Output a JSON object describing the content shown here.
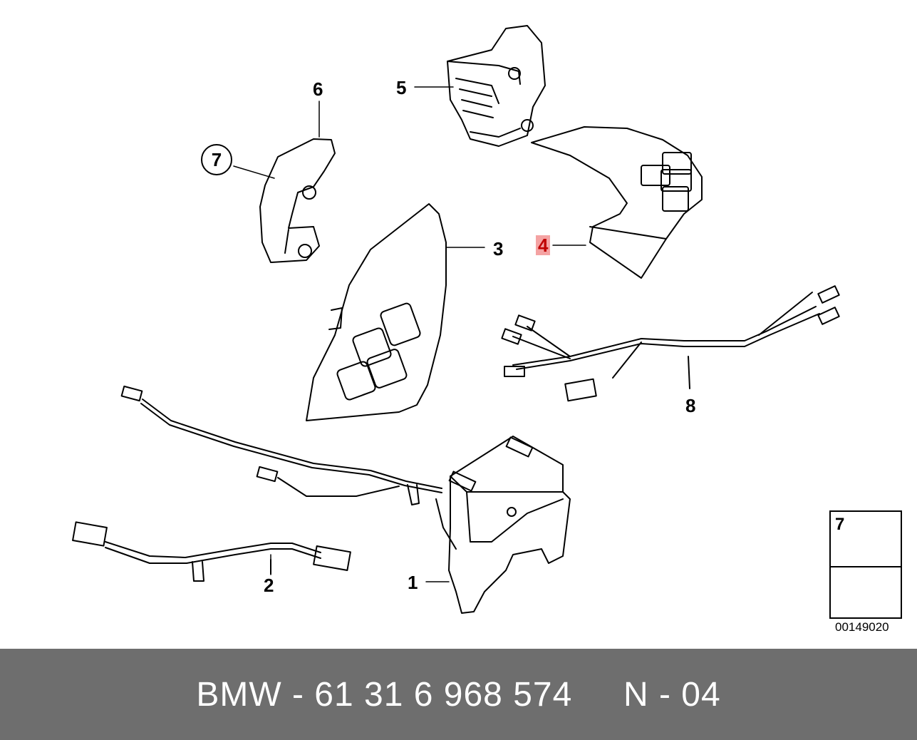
{
  "callouts": {
    "c1": "1",
    "c2": "2",
    "c3": "3",
    "c4": "4",
    "c5": "5",
    "c6": "6",
    "c7": "7",
    "c8": "8"
  },
  "legend": {
    "part_number": "7"
  },
  "diagram_id": "00149020",
  "footer": {
    "text": "BMW - 61 31 6 968 574     N - 04"
  },
  "colors": {
    "highlight_bg": "#f4a3a3",
    "highlight_text": "#c00000",
    "footer_bg": "#6e6e6e"
  }
}
